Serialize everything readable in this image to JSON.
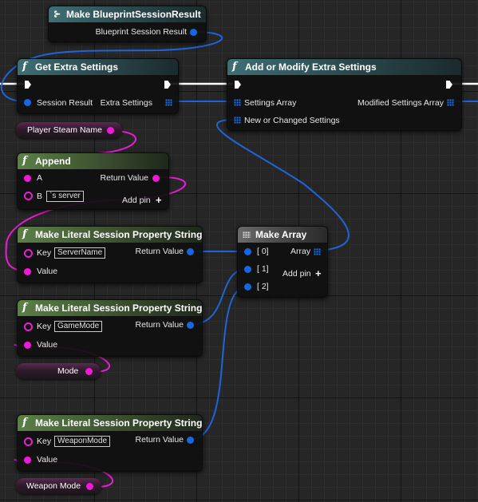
{
  "nodes": {
    "make_session": {
      "title": "Make BlueprintSessionResult",
      "output": "Blueprint Session Result"
    },
    "get_extra": {
      "title": "Get Extra Settings",
      "input": "Session Result",
      "output": "Extra Settings"
    },
    "add_modify": {
      "title": "Add or Modify Extra Settings",
      "input1": "Settings Array",
      "input2": "New or Changed Settings",
      "output": "Modified Settings Array"
    },
    "append": {
      "title": "Append",
      "a": "A",
      "b": "B",
      "b_value": "`s server",
      "ret": "Return Value",
      "add_pin": "Add pin"
    },
    "literal1": {
      "title": "Make Literal Session Property String",
      "key": "Key",
      "key_value": "ServerName",
      "value": "Value",
      "ret": "Return Value"
    },
    "literal2": {
      "title": "Make Literal Session Property String",
      "key": "Key",
      "key_value": "GameMode",
      "value": "Value",
      "ret": "Return Value"
    },
    "literal3": {
      "title": "Make Literal Session Property String",
      "key": "Key",
      "key_value": "WeaponMode",
      "value": "Value",
      "ret": "Return Value"
    },
    "make_array": {
      "title": "Make Array",
      "in0": "[ 0]",
      "in1": "[ 1]",
      "in2": "[ 2]",
      "out": "Array",
      "add_pin": "Add pin"
    }
  },
  "variables": {
    "player_steam_name": "Player Steam Name",
    "mode": "Mode",
    "weapon_mode": "Weapon Mode"
  },
  "colors": {
    "exec": "#ffffff",
    "struct": "#1667e0",
    "string": "#ee1ad8",
    "background": "#262626"
  },
  "icons": {
    "function": "function-icon",
    "struct": "make-struct-icon",
    "array": "array-icon",
    "add": "plus-icon"
  }
}
